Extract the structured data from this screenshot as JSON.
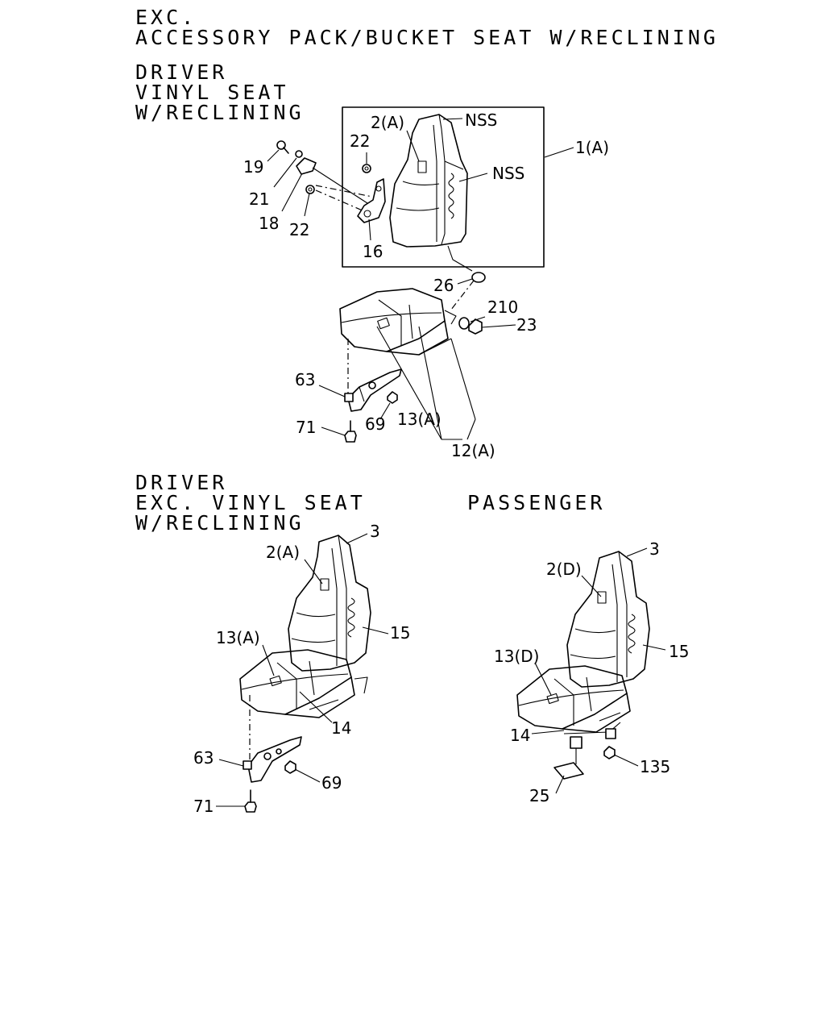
{
  "headings": {
    "exc_line1": "EXC.",
    "exc_line2": "ACCESSORY PACK/BUCKET SEAT W/RECLINING",
    "driver_vinyl_line1": "DRIVER",
    "driver_vinyl_line2": "VINYL SEAT",
    "driver_vinyl_line3": "W/RECLINING",
    "driver_exc_line1": "DRIVER",
    "driver_exc_line2": "EXC. VINYL SEAT",
    "driver_exc_line3": "W/RECLINING",
    "passenger": "PASSENGER"
  },
  "callouts_top": {
    "p1a": "1(A)",
    "p2a": "2(A)",
    "nss1": "NSS",
    "nss2": "NSS",
    "p22a": "22",
    "p22b": "22",
    "p19": "19",
    "p21": "21",
    "p18": "18",
    "p16": "16",
    "p26": "26",
    "p210": "210",
    "p23": "23",
    "p63": "63",
    "p71": "71",
    "p69": "69",
    "p13a": "13(A)",
    "p12a": "12(A)"
  },
  "callouts_driver": {
    "p3": "3",
    "p2a": "2(A)",
    "p13a": "13(A)",
    "p15": "15",
    "p14": "14",
    "p63": "63",
    "p69": "69",
    "p71": "71"
  },
  "callouts_passenger": {
    "p3": "3",
    "p2d": "2(D)",
    "p13d": "13(D)",
    "p15": "15",
    "p14": "14",
    "p135": "135",
    "p25": "25"
  }
}
